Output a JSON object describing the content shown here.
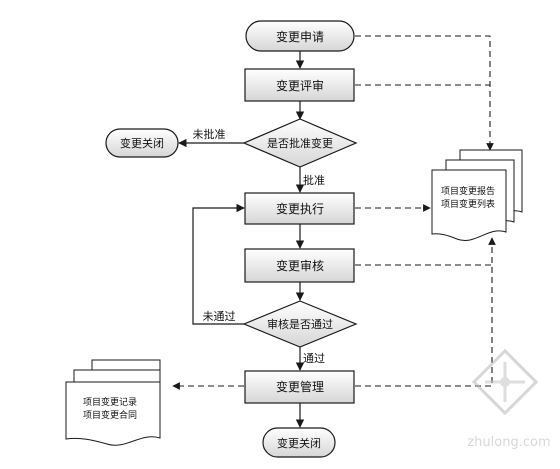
{
  "diagram": {
    "nodes": {
      "apply": "变更申请",
      "review": "变更评审",
      "approve": "是否批准变更",
      "close_top": "变更关闭",
      "execute": "变更执行",
      "audit": "变更审核",
      "passed": "审核是否通过",
      "manage": "变更管理",
      "close_bottom": "变更关闭",
      "doc_report_line1": "项目变更报告",
      "doc_report_line2": "项目变更列表",
      "doc_record_line1": "项目变更记录",
      "doc_record_line2": "项目变更合同"
    },
    "edge_labels": {
      "not_approved": "未批准",
      "approved": "批准",
      "not_passed": "未通过",
      "passed": "通过"
    },
    "watermark": "zhulong.com"
  },
  "colors": {
    "stroke": "#1a1a1a",
    "box_fill_top": "#ffffff",
    "box_fill_bottom": "#d6d6d6",
    "watermark": "#b8b8b8"
  }
}
